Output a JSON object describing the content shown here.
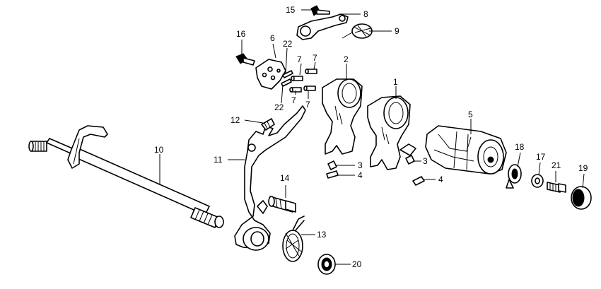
{
  "diagram": {
    "background": "#ffffff",
    "line_color": "#000000",
    "callouts": [
      {
        "id": "c15",
        "text": "15"
      },
      {
        "id": "c8",
        "text": "8"
      },
      {
        "id": "c9",
        "text": "9"
      },
      {
        "id": "c16",
        "text": "16"
      },
      {
        "id": "c6",
        "text": "6"
      },
      {
        "id": "c22a",
        "text": "22"
      },
      {
        "id": "c7a",
        "text": "7"
      },
      {
        "id": "c7b",
        "text": "7"
      },
      {
        "id": "c2",
        "text": "2"
      },
      {
        "id": "c1",
        "text": "1"
      },
      {
        "id": "c7c",
        "text": "7"
      },
      {
        "id": "c7d",
        "text": "7"
      },
      {
        "id": "c22b",
        "text": "22"
      },
      {
        "id": "c12",
        "text": "12"
      },
      {
        "id": "c5",
        "text": "5"
      },
      {
        "id": "c10",
        "text": "10"
      },
      {
        "id": "c11",
        "text": "11"
      },
      {
        "id": "c3a",
        "text": "3"
      },
      {
        "id": "c4a",
        "text": "4"
      },
      {
        "id": "c3b",
        "text": "3"
      },
      {
        "id": "c4b",
        "text": "4"
      },
      {
        "id": "c18",
        "text": "18"
      },
      {
        "id": "c17",
        "text": "17"
      },
      {
        "id": "c21",
        "text": "21"
      },
      {
        "id": "c19",
        "text": "19"
      },
      {
        "id": "c14",
        "text": "14"
      },
      {
        "id": "c13",
        "text": "13"
      },
      {
        "id": "c20",
        "text": "20"
      }
    ]
  }
}
